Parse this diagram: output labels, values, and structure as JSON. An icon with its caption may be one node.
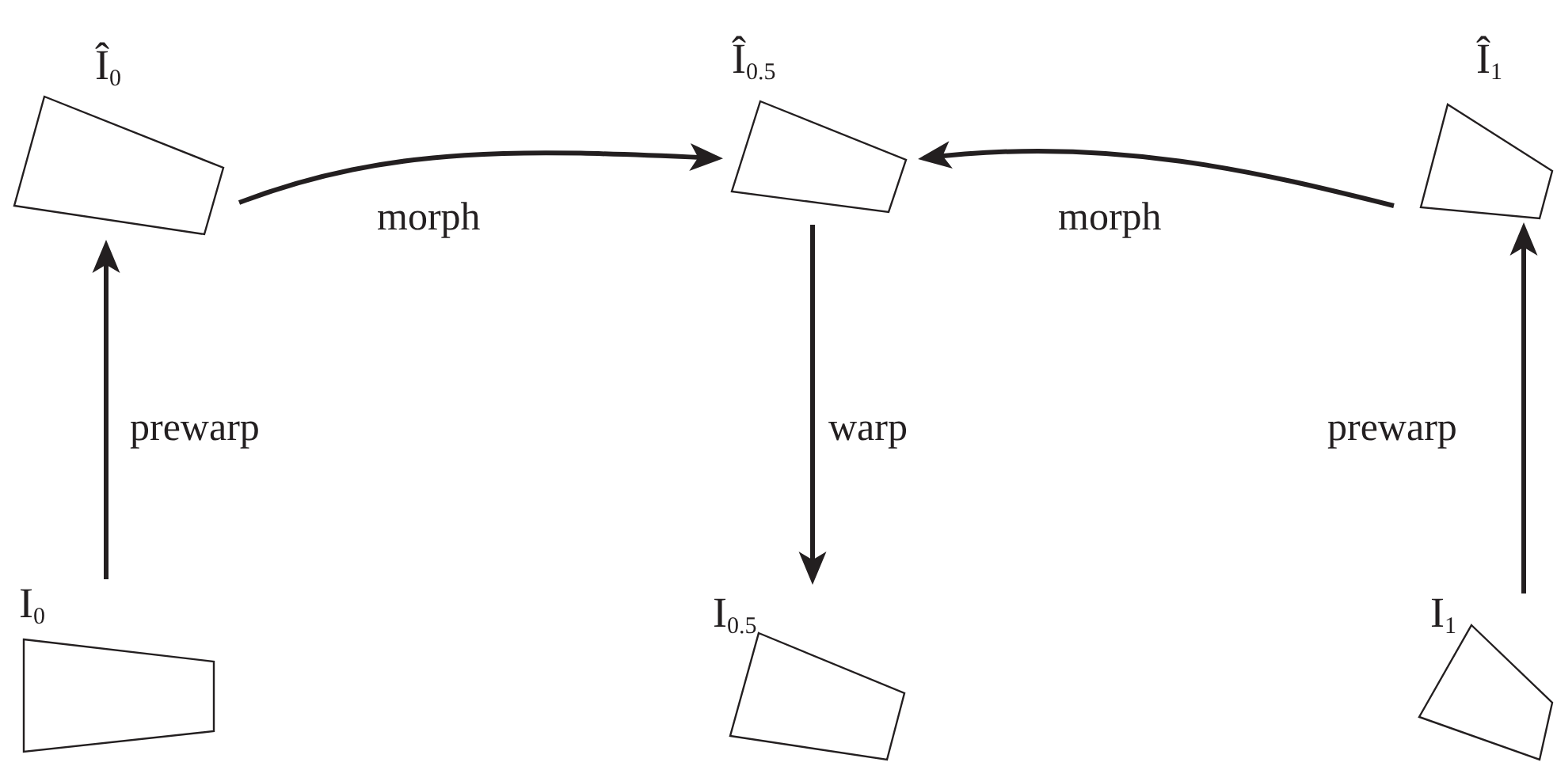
{
  "diagram": {
    "nodes": [
      {
        "text": [
          "Î$_{0}$"
        ]
      },
      {
        "text": [
          "Î$_{0.5}$"
        ]
      },
      {
        "text": [
          "Î$_{1}$"
        ]
      },
      {
        "text": [
          "I$_{0}$"
        ]
      },
      {
        "text": [
          "I$_{0.5}$"
        ]
      },
      {
        "text": [
          "I$_{1}$"
        ]
      }
    ],
    "edges": [
      {
        "from": 0,
        "to": 1,
        "label": "morph",
        "arrow": "to"
      },
      {
        "from": 2,
        "to": 1,
        "label": "morph",
        "arrow": "to"
      },
      {
        "from": 3,
        "to": 0,
        "label": "prewarp",
        "arrow": "to"
      },
      {
        "from": 1,
        "to": 4,
        "label": "warp",
        "arrow": "to"
      },
      {
        "from": 5,
        "to": 2,
        "label": "prewarp",
        "arrow": "to"
      }
    ]
  }
}
